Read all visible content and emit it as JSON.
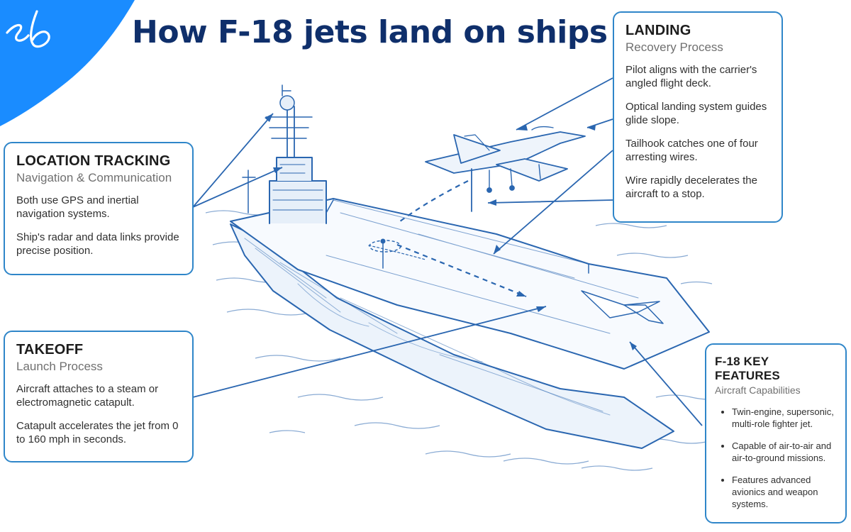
{
  "title": "How F-18 jets land on ships",
  "logo": {
    "text": "Sb",
    "color": "#1a8cff"
  },
  "colors": {
    "title": "#0f2f6b",
    "card_border": "#2f86c9",
    "sketch": "#2a66b0",
    "corner": "#1a8cff"
  },
  "cards": {
    "location": {
      "heading": "LOCATION TRACKING",
      "subheading": "Navigation & Communication",
      "paragraphs": [
        "Both use GPS and inertial navigation systems.",
        "Ship's radar and data links provide precise position."
      ]
    },
    "takeoff": {
      "heading": "TAKEOFF",
      "subheading": "Launch Process",
      "paragraphs": [
        "Aircraft attaches to a steam or electromagnetic catapult.",
        "Catapult accelerates the jet from 0 to 160 mph in seconds."
      ]
    },
    "landing": {
      "heading": "LANDING",
      "subheading": "Recovery Process",
      "paragraphs": [
        "Pilot aligns with the carrier's angled flight deck.",
        "Optical landing system guides glide slope.",
        "Tailhook catches one of four arresting wires.",
        "Wire rapidly decelerates the aircraft to a stop."
      ]
    },
    "features": {
      "heading": "F-18 KEY FEATURES",
      "subheading": "Aircraft Capabilities",
      "items": [
        "Twin-engine, supersonic, multi-role fighter jet.",
        "Capable of air-to-air and air-to-ground missions.",
        "Features advanced avionics and weapon systems."
      ]
    }
  }
}
